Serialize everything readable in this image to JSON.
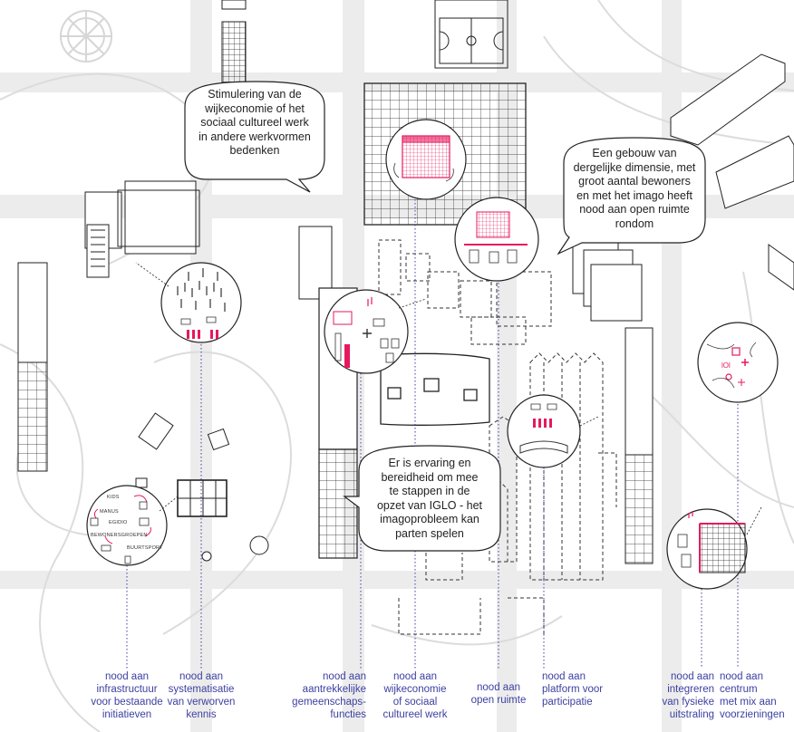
{
  "bubbles": [
    {
      "lines": [
        "Stimulering van de",
        "wijkeconomie of het",
        "sociaal cultureel werk",
        "in andere werkvormen",
        "bedenken"
      ]
    },
    {
      "lines": [
        "Een gebouw van",
        "dergelijke dimensie, met",
        "groot aantal bewoners",
        "en met het imago heeft",
        "nood aan open ruimte",
        "rondom"
      ]
    },
    {
      "lines": [
        "Er is ervaring en",
        "bereidheid om mee",
        "te stappen in de",
        "opzet van IGLO - het",
        "imagoprobleem kan",
        "parten spelen"
      ]
    }
  ],
  "circle_labels": [
    "KIDS",
    "MANUS",
    "EGIDIO",
    "BEWONERSGROEPEN",
    "BUURTSPORT"
  ],
  "needs": [
    {
      "lines": [
        "nood aan",
        "infrastructuur",
        "voor bestaande",
        "initiatieven"
      ]
    },
    {
      "lines": [
        "nood aan",
        "systematisatie",
        "van verworven",
        "kennis"
      ]
    },
    {
      "lines": [
        "nood aan",
        "aantrekkelijke",
        "gemeenschaps-",
        "functies"
      ]
    },
    {
      "lines": [
        "nood aan",
        "wijkeconomie",
        "of sociaal",
        "cultureel werk"
      ]
    },
    {
      "lines": [
        "nood aan",
        "open ruimte"
      ]
    },
    {
      "lines": [
        "nood aan",
        "platform voor",
        "participatie"
      ]
    },
    {
      "lines": [
        "nood aan",
        "integreren",
        "van fysieke",
        "uitstraling"
      ]
    },
    {
      "lines": [
        "nood aan",
        "centrum",
        "met mix aan",
        "voorzieningen"
      ]
    }
  ],
  "colors": {
    "accent": "#e5195f",
    "link": "#3c3fa0",
    "road": "#ebebeb",
    "ink": "#1a1a1a"
  }
}
